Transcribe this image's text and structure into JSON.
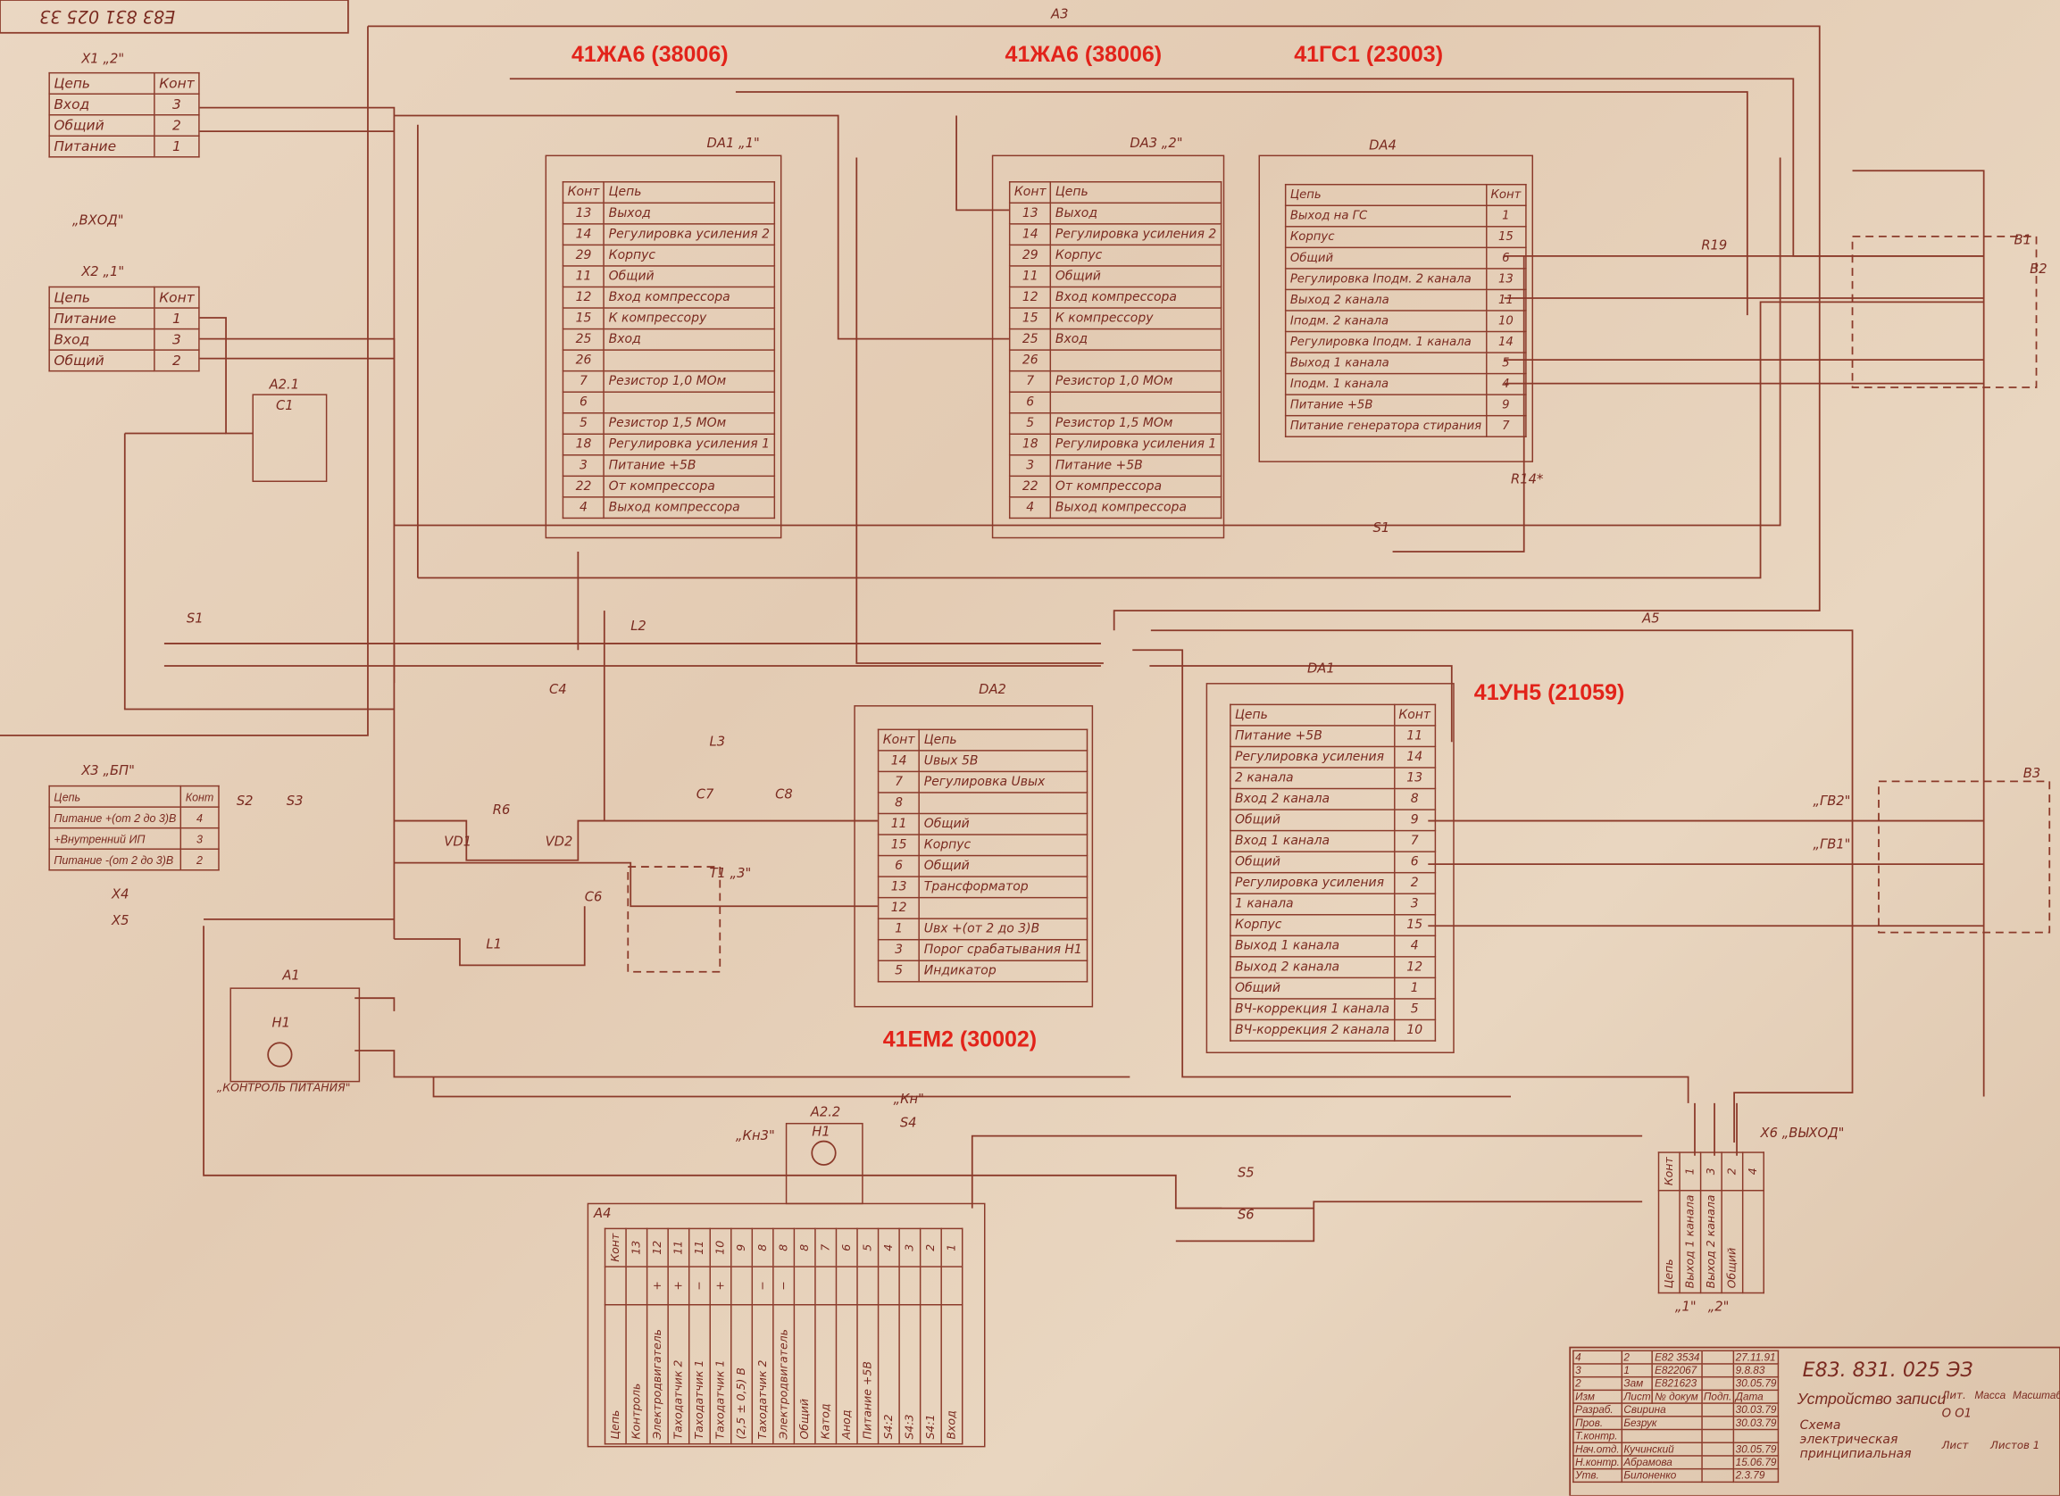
{
  "stamp_top": "E83 831 025 33",
  "overlays": [
    "41ЖА6 (38006)",
    "41ЖА6 (38006)",
    "41ГС1 (23003)",
    "41УН5 (21059)",
    "41ЕМ2 (30002)"
  ],
  "labels": {
    "a3": "A3",
    "a5": "A5",
    "a4": "A4",
    "a1": "A1",
    "a21": "A2.1",
    "a22": "A2.2",
    "da1_top": "DA1 „1\"",
    "da3": "DA3 „2\"",
    "da4": "DA4",
    "da2": "DA2",
    "da1_low": "DA1",
    "x1": "X1 „2\"",
    "x2": "X2 „1\"",
    "x3": "X3 „БП\"",
    "x4": "X4",
    "x5": "X5",
    "x6": "X6 „ВЫХОД\"",
    "vhod": "„ВХОД\"",
    "b1": "B1",
    "b2": "B2",
    "b3": "B3",
    "kontrol": "„КОНТРОЛЬ ПИТАНИЯ\"",
    "s1": "S1",
    "s1b": "S1",
    "s2": "S2",
    "s3": "S3",
    "s4": "S4",
    "s5": "S5",
    "s6": "S6",
    "l1": "L1",
    "l2": "L2",
    "l3": "L3",
    "h1": "H1",
    "h1b": "H1",
    "kn": "„Кн\"",
    "kn3": "„Кн3\"",
    "t1": "T1 „3\"",
    "c1": "C1",
    "c4": "C4",
    "c6": "C6",
    "c7": "C7",
    "c8": "C8",
    "r6": "R6",
    "vd1": "VD1",
    "vd2": "VD2",
    "r19": "R19",
    "r14": "R14*",
    "gv1": "„ГВ1\"",
    "gv2": "„ГВ2\"",
    "out1": "„1\"",
    "out2": "„2\""
  },
  "tables": {
    "x1": {
      "rows": [
        [
          "Цепь",
          "Конт"
        ],
        [
          "Вход",
          "3"
        ],
        [
          "Общий",
          "2"
        ],
        [
          "Питание",
          "1"
        ]
      ]
    },
    "x2": {
      "rows": [
        [
          "Цепь",
          "Конт"
        ],
        [
          "Питание",
          "1"
        ],
        [
          "Вход",
          "3"
        ],
        [
          "Общий",
          "2"
        ]
      ]
    },
    "x3": {
      "rows": [
        [
          "Цепь",
          "Конт"
        ],
        [
          "Питание +(от 2 до 3)В",
          "4"
        ],
        [
          "+Внутренний ИП",
          "3"
        ],
        [
          "Питание -(от 2 до 3)В",
          "2"
        ]
      ]
    },
    "da1_top": {
      "rows": [
        [
          "Конт",
          "Цепь"
        ],
        [
          "13",
          "Выход"
        ],
        [
          "14",
          "Регулировка усиления 2"
        ],
        [
          "29",
          "Корпус"
        ],
        [
          "11",
          "Общий"
        ],
        [
          "12",
          "Вход компрессора"
        ],
        [
          "15",
          "К компрессору"
        ],
        [
          "25",
          "Вход"
        ],
        [
          "26",
          ""
        ],
        [
          "7",
          "Резистор 1,0 МОм"
        ],
        [
          "6",
          ""
        ],
        [
          "5",
          "Резистор 1,5 МОм"
        ],
        [
          "18",
          "Регулировка усиления 1"
        ],
        [
          "3",
          "Питание +5В"
        ],
        [
          "22",
          "От компрессора"
        ],
        [
          "4",
          "Выход компрессора"
        ]
      ]
    },
    "da3": {
      "rows": [
        [
          "Конт",
          "Цепь"
        ],
        [
          "13",
          "Выход"
        ],
        [
          "14",
          "Регулировка усиления 2"
        ],
        [
          "29",
          "Корпус"
        ],
        [
          "11",
          "Общий"
        ],
        [
          "12",
          "Вход компрессора"
        ],
        [
          "15",
          "К компрессору"
        ],
        [
          "25",
          "Вход"
        ],
        [
          "26",
          ""
        ],
        [
          "7",
          "Резистор 1,0 МОм"
        ],
        [
          "6",
          ""
        ],
        [
          "5",
          "Резистор 1,5 МОм"
        ],
        [
          "18",
          "Регулировка усиления 1"
        ],
        [
          "3",
          "Питание +5В"
        ],
        [
          "22",
          "От компрессора"
        ],
        [
          "4",
          "Выход компрессора"
        ]
      ]
    },
    "da4": {
      "rows": [
        [
          "Цепь",
          "Конт"
        ],
        [
          "Выход на ГС",
          "1"
        ],
        [
          "Корпус",
          "15"
        ],
        [
          "Общий",
          "6"
        ],
        [
          "Регулировка Iподм. 2 канала",
          "13"
        ],
        [
          "Выход 2 канала",
          "11"
        ],
        [
          "Iподм. 2 канала",
          "10"
        ],
        [
          "Регулировка Iподм. 1 канала",
          "14"
        ],
        [
          "Выход 1 канала",
          "5"
        ],
        [
          "Iподм. 1 канала",
          "4"
        ],
        [
          "Питание +5В",
          "9"
        ],
        [
          "Питание генератора стирания",
          "7"
        ]
      ]
    },
    "da2": {
      "rows": [
        [
          "Конт",
          "Цепь"
        ],
        [
          "14",
          "Uвых 5В"
        ],
        [
          "7",
          "Регулировка Uвых"
        ],
        [
          "8",
          ""
        ],
        [
          "11",
          "Общий"
        ],
        [
          "15",
          "Корпус"
        ],
        [
          "6",
          "Общий"
        ],
        [
          "13",
          "Трансформатор"
        ],
        [
          "12",
          ""
        ],
        [
          "1",
          "Uвх +(от 2 до 3)В"
        ],
        [
          "3",
          "Порог срабатывания H1"
        ],
        [
          "5",
          "Индикатор"
        ]
      ]
    },
    "da1_low": {
      "rows": [
        [
          "Цепь",
          "Конт"
        ],
        [
          "Питание +5В",
          "11"
        ],
        [
          "Регулировка усиления",
          "14"
        ],
        [
          "2 канала",
          "13"
        ],
        [
          "Вход 2 канала",
          "8"
        ],
        [
          "Общий",
          "9"
        ],
        [
          "Вход 1 канала",
          "7"
        ],
        [
          "Общий",
          "6"
        ],
        [
          "Регулировка усиления",
          "2"
        ],
        [
          "1 канала",
          "3"
        ],
        [
          "Корпус",
          "15"
        ],
        [
          "Выход 1 канала",
          "4"
        ],
        [
          "Выход 2 канала",
          "12"
        ],
        [
          "Общий",
          "1"
        ],
        [
          "ВЧ-коррекция 1 канала",
          "5"
        ],
        [
          "ВЧ-коррекция 2 канала",
          "10"
        ]
      ]
    },
    "a4": {
      "rows": [
        [
          "Цепь",
          "",
          "Конт"
        ],
        [
          "Контроль",
          "",
          "13"
        ],
        [
          "Электродвигатель",
          "+",
          "12"
        ],
        [
          "Тахо­датчик 2",
          "+",
          "11"
        ],
        [
          "Тахо­датчик 1",
          "−",
          "11"
        ],
        [
          "Тахо­датчик 1",
          "+",
          "10"
        ],
        [
          "(2,5 ± 0,5) В",
          "",
          "9"
        ],
        [
          "Тахо­датчик 2",
          "−",
          "8"
        ],
        [
          "Электродвигатель",
          "−",
          "8"
        ],
        [
          "Общий",
          "",
          "8"
        ],
        [
          "Катод",
          "",
          "7"
        ],
        [
          "Анод",
          "",
          "6"
        ],
        [
          "Питание +5В",
          "",
          "5"
        ],
        [
          "S4:2",
          "",
          "4"
        ],
        [
          "S4:3",
          "",
          "3"
        ],
        [
          "S4:1",
          "",
          "2"
        ],
        [
          "Вход",
          "",
          "1"
        ]
      ]
    },
    "x6": {
      "rows": [
        [
          "Цепь",
          "Конт"
        ],
        [
          "Выход 1 канала",
          "1"
        ],
        [
          "Выход 2 канала",
          "3"
        ],
        [
          "Общий",
          "2"
        ],
        [
          "",
          "4"
        ]
      ]
    }
  },
  "title_block": {
    "doc_number": "E83. 831. 025 ЭЗ",
    "name": "Устройство записи",
    "subtitle": "Схема электрическая принципиальная",
    "lit": "Лит.",
    "mass": "Масса",
    "scale": "Масштаб",
    "lit_value": "О О1",
    "sheet": "Лист",
    "sheets": "Листов 1",
    "changes": [
      [
        "4",
        "2",
        "Е82 3534",
        "",
        "27.11.91"
      ],
      [
        "3",
        "1",
        "Е822067",
        "",
        "9.8.83"
      ],
      [
        "2",
        "Зам",
        "Е821623",
        "",
        "30.05.79"
      ],
      [
        "Изм",
        "Лист",
        "№ докум",
        "Подп.",
        "Дата"
      ]
    ],
    "signers": [
      [
        "Разраб.",
        "Свирина",
        "30.03.79"
      ],
      [
        "Пров.",
        "Безрук",
        "30.03.79"
      ],
      [
        "Т.контр.",
        "",
        ""
      ],
      [
        "Нач.отд.",
        "Кучинский",
        "30.05.79"
      ],
      [
        "Н.контр.",
        "Абрамова",
        "15.06.79"
      ],
      [
        "Утв.",
        "Билоненко",
        "2.3.79"
      ]
    ]
  }
}
